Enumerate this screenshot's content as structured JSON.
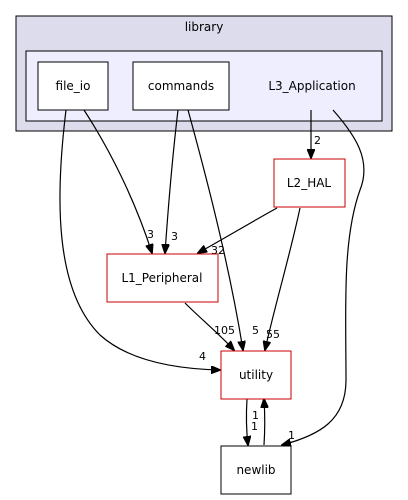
{
  "cluster": {
    "label": "library"
  },
  "nodes": {
    "file_io": "file_io",
    "commands": "commands",
    "l3": "L3_Application",
    "l2": "L2_HAL",
    "l1": "L1_Peripheral",
    "utility": "utility",
    "newlib": "newlib"
  },
  "edge_labels": {
    "file_io_to_l1": "3",
    "commands_to_l1": "3",
    "l3_to_l2": "2",
    "l2_to_l1": "32",
    "l1_to_utility": "105",
    "commands_to_utility": "5",
    "l2_to_utility": "55",
    "file_io_to_utility": "4",
    "utility_to_newlib": "1",
    "newlib_to_utility": "1",
    "l3_to_newlib": "1"
  },
  "colors": {
    "cluster_outer_fill": "#dcdcec",
    "cluster_inner_fill": "#eeeeff",
    "node_border_default": "#000000",
    "node_border_highlight": "#cc0000"
  }
}
